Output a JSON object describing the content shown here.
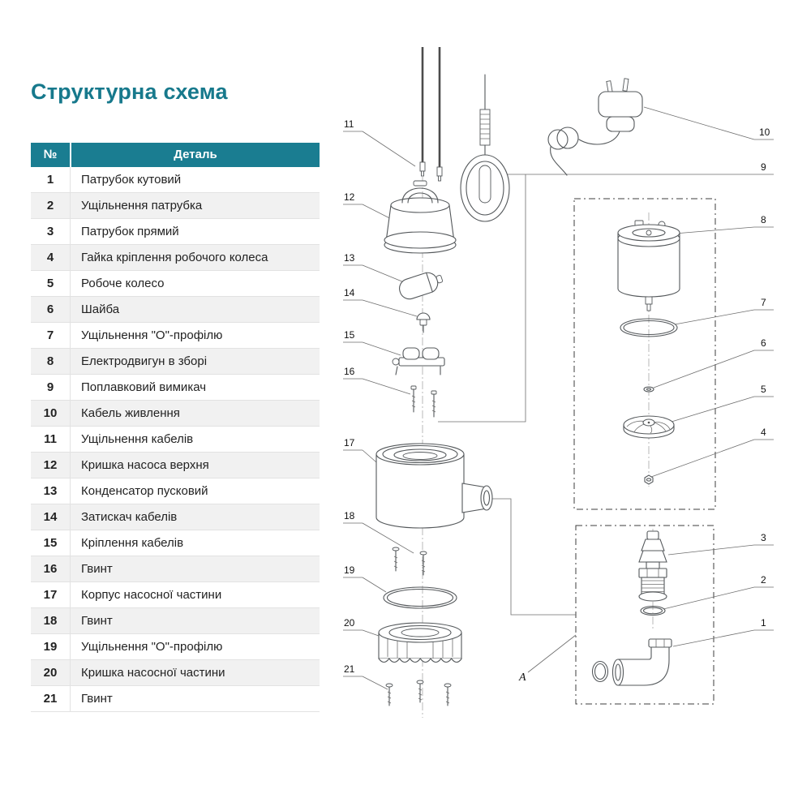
{
  "page": {
    "title": "Структурна схема"
  },
  "colors": {
    "accent": "#17798c",
    "table_header_bg": "#1a7d91",
    "row_alt_bg": "#f1f1f1"
  },
  "table": {
    "headers": {
      "num": "№",
      "name": "Деталь"
    },
    "rows": [
      {
        "num": "1",
        "name": "Патрубок кутовий"
      },
      {
        "num": "2",
        "name": "Ущільнення патрубка"
      },
      {
        "num": "3",
        "name": "Патрубок прямий"
      },
      {
        "num": "4",
        "name": "Гайка кріплення робочого колеса"
      },
      {
        "num": "5",
        "name": "Робоче колесо"
      },
      {
        "num": "6",
        "name": "Шайба"
      },
      {
        "num": "7",
        "name": "Ущільнення \"О\"-профілю"
      },
      {
        "num": "8",
        "name": "Електродвигун в зборі"
      },
      {
        "num": "9",
        "name": "Поплавковий вимикач"
      },
      {
        "num": "10",
        "name": "Кабель живлення"
      },
      {
        "num": "11",
        "name": "Ущільнення кабелів"
      },
      {
        "num": "12",
        "name": "Кришка насоса верхня"
      },
      {
        "num": "13",
        "name": "Конденсатор пусковий"
      },
      {
        "num": "14",
        "name": "Затискач кабелів"
      },
      {
        "num": "15",
        "name": "Кріплення кабелів"
      },
      {
        "num": "16",
        "name": "Гвинт"
      },
      {
        "num": "17",
        "name": "Корпус насосної частини"
      },
      {
        "num": "18",
        "name": "Гвинт"
      },
      {
        "num": "19",
        "name": "Ущільнення \"О\"-профілю"
      },
      {
        "num": "20",
        "name": "Кришка насосної частини"
      },
      {
        "num": "21",
        "name": "Гвинт"
      }
    ]
  },
  "diagram": {
    "callouts": {
      "c1": "1",
      "c2": "2",
      "c3": "3",
      "c4": "4",
      "c5": "5",
      "c6": "6",
      "c7": "7",
      "c8": "8",
      "c9": "9",
      "c10": "10",
      "c11": "11",
      "c12": "12",
      "c13": "13",
      "c14": "14",
      "c15": "15",
      "c16": "16",
      "c17": "17",
      "c18": "18",
      "c19": "19",
      "c20": "20",
      "c21": "21",
      "a": "A"
    }
  }
}
